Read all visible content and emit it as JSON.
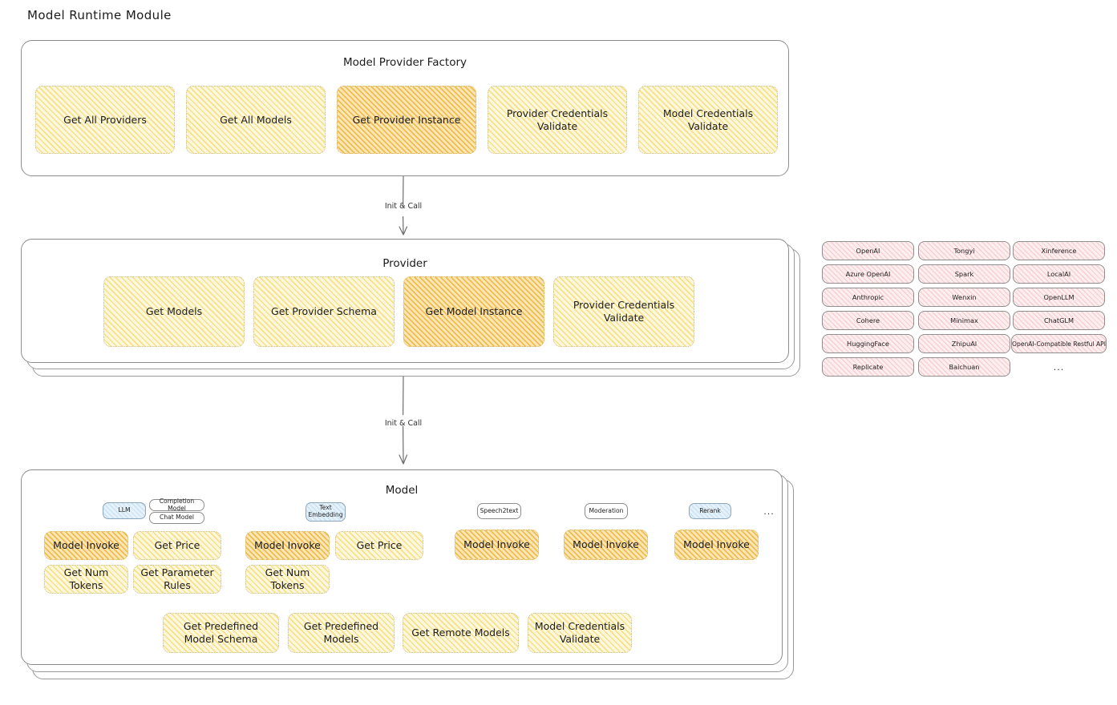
{
  "page": {
    "title": "Model Runtime Module"
  },
  "factory": {
    "title": "Model Provider Factory",
    "nodes": [
      {
        "label": "Get All Providers",
        "highlight": false
      },
      {
        "label": "Get All Models",
        "highlight": false
      },
      {
        "label": "Get Provider Instance",
        "highlight": true
      },
      {
        "label": "Provider Credentials Validate",
        "highlight": false
      },
      {
        "label": "Model Credentials Validate",
        "highlight": false
      }
    ]
  },
  "arrows": [
    {
      "label": "Init & Call"
    },
    {
      "label": "Init & Call"
    }
  ],
  "provider": {
    "title": "Provider",
    "nodes": [
      {
        "label": "Get Models",
        "highlight": false
      },
      {
        "label": "Get Provider Schema",
        "highlight": false
      },
      {
        "label": "Get Model Instance",
        "highlight": true
      },
      {
        "label": "Provider Credentials Validate",
        "highlight": false
      }
    ]
  },
  "provider_list": {
    "columns": [
      [
        "OpenAI",
        "Azure OpenAI",
        "Anthropic",
        "Cohere",
        "HuggingFace",
        "Replicate"
      ],
      [
        "Tongyi",
        "Spark",
        "Wenxin",
        "Minimax",
        "ZhipuAI",
        "Baichuan"
      ],
      [
        "Xinference",
        "LocalAI",
        "OpenLLM",
        "ChatGLM",
        "OpenAI-Compatible Restful API"
      ]
    ],
    "more": "..."
  },
  "model": {
    "title": "Model",
    "more": "...",
    "types": [
      {
        "tag": "LLM",
        "tag_blue": true,
        "subtags": [
          "Completion Model",
          "Chat Model"
        ],
        "methods": [
          "Model Invoke",
          "Get Price",
          "Get Num Tokens",
          "Get Parameter Rules"
        ]
      },
      {
        "tag": "Text Embedding",
        "tag_blue": true,
        "subtags": [],
        "methods": [
          "Model Invoke",
          "Get Price",
          "Get Num Tokens"
        ]
      },
      {
        "tag": "Speech2text",
        "tag_blue": false,
        "subtags": [],
        "methods": [
          "Model Invoke"
        ]
      },
      {
        "tag": "Moderation",
        "tag_blue": false,
        "subtags": [],
        "methods": [
          "Model Invoke"
        ]
      },
      {
        "tag": "Rerank",
        "tag_blue": true,
        "subtags": [],
        "methods": [
          "Model Invoke"
        ]
      }
    ],
    "common_methods": [
      "Get Predefined Model Schema",
      "Get Predefined Models",
      "Get Remote Models",
      "Model Credentials Validate"
    ]
  },
  "colors": {
    "node_fill": "#fdf7dd",
    "node_highlight_fill": "#fbe6b4",
    "pill_fill": "#fdeff0",
    "tag_blue_fill": "#e6f2fb",
    "panel_border": "#8d8d8d"
  }
}
